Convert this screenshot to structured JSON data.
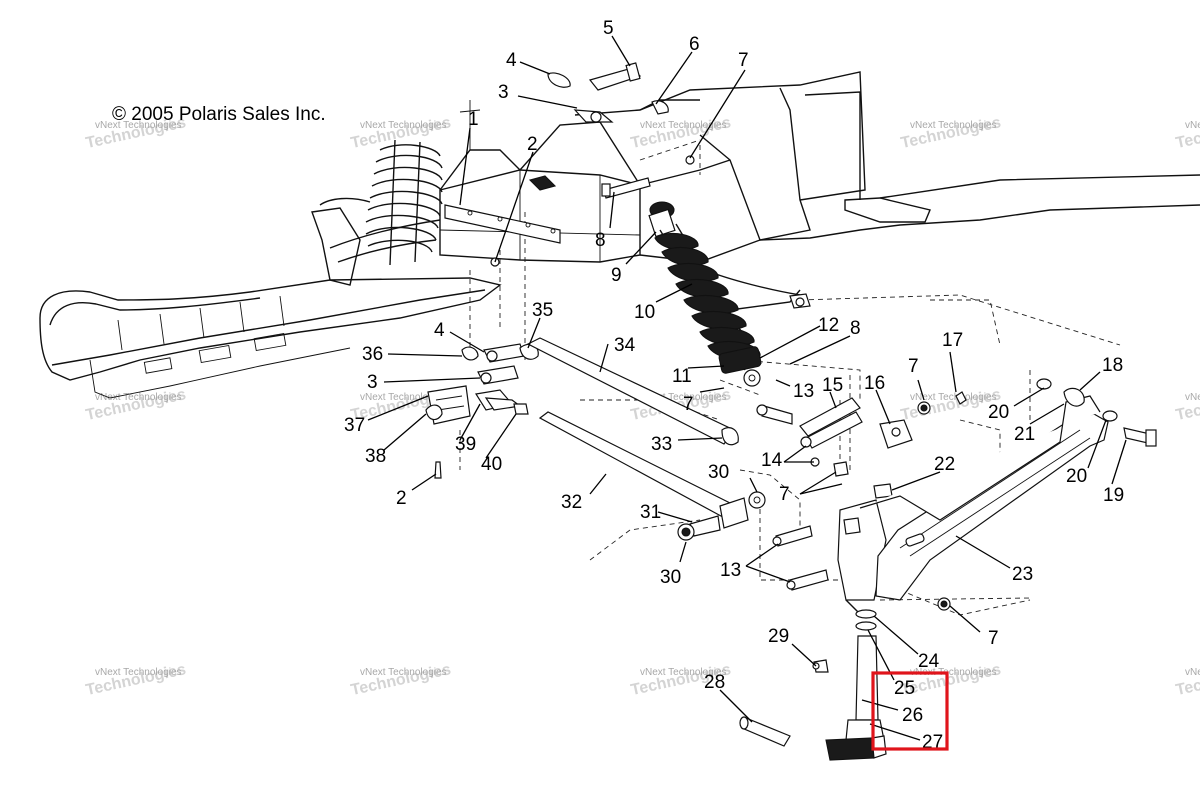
{
  "copyright": "© 2005 Polaris Sales Inc.",
  "watermark": {
    "line1": "vNext Technologies",
    "line2": "Technologies"
  },
  "highlight_color": "#e0141b",
  "callouts": [
    {
      "id": "c1",
      "label": "1"
    },
    {
      "id": "c2a",
      "label": "2"
    },
    {
      "id": "c2b",
      "label": "2"
    },
    {
      "id": "c3a",
      "label": "3"
    },
    {
      "id": "c3b",
      "label": "3"
    },
    {
      "id": "c4a",
      "label": "4"
    },
    {
      "id": "c4b",
      "label": "4"
    },
    {
      "id": "c5",
      "label": "5"
    },
    {
      "id": "c6",
      "label": "6"
    },
    {
      "id": "c7a",
      "label": "7"
    },
    {
      "id": "c7b",
      "label": "7"
    },
    {
      "id": "c7c",
      "label": "7"
    },
    {
      "id": "c7d",
      "label": "7"
    },
    {
      "id": "c7e",
      "label": "7"
    },
    {
      "id": "c8a",
      "label": "8"
    },
    {
      "id": "c8b",
      "label": "8"
    },
    {
      "id": "c9",
      "label": "9"
    },
    {
      "id": "c10",
      "label": "10"
    },
    {
      "id": "c11",
      "label": "11"
    },
    {
      "id": "c12",
      "label": "12"
    },
    {
      "id": "c13a",
      "label": "13"
    },
    {
      "id": "c13b",
      "label": "13"
    },
    {
      "id": "c14",
      "label": "14"
    },
    {
      "id": "c15",
      "label": "15"
    },
    {
      "id": "c16",
      "label": "16"
    },
    {
      "id": "c17",
      "label": "17"
    },
    {
      "id": "c18",
      "label": "18"
    },
    {
      "id": "c19",
      "label": "19"
    },
    {
      "id": "c20a",
      "label": "20"
    },
    {
      "id": "c20b",
      "label": "20"
    },
    {
      "id": "c21",
      "label": "21"
    },
    {
      "id": "c22",
      "label": "22"
    },
    {
      "id": "c23",
      "label": "23"
    },
    {
      "id": "c24",
      "label": "24"
    },
    {
      "id": "c25",
      "label": "25"
    },
    {
      "id": "c26",
      "label": "26"
    },
    {
      "id": "c27",
      "label": "27"
    },
    {
      "id": "c28",
      "label": "28"
    },
    {
      "id": "c29",
      "label": "29"
    },
    {
      "id": "c30a",
      "label": "30"
    },
    {
      "id": "c30b",
      "label": "30"
    },
    {
      "id": "c31",
      "label": "31"
    },
    {
      "id": "c32",
      "label": "32"
    },
    {
      "id": "c33",
      "label": "33"
    },
    {
      "id": "c34",
      "label": "34"
    },
    {
      "id": "c35",
      "label": "35"
    },
    {
      "id": "c36",
      "label": "36"
    },
    {
      "id": "c37",
      "label": "37"
    },
    {
      "id": "c38",
      "label": "38"
    },
    {
      "id": "c39",
      "label": "39"
    },
    {
      "id": "c40",
      "label": "40"
    }
  ]
}
